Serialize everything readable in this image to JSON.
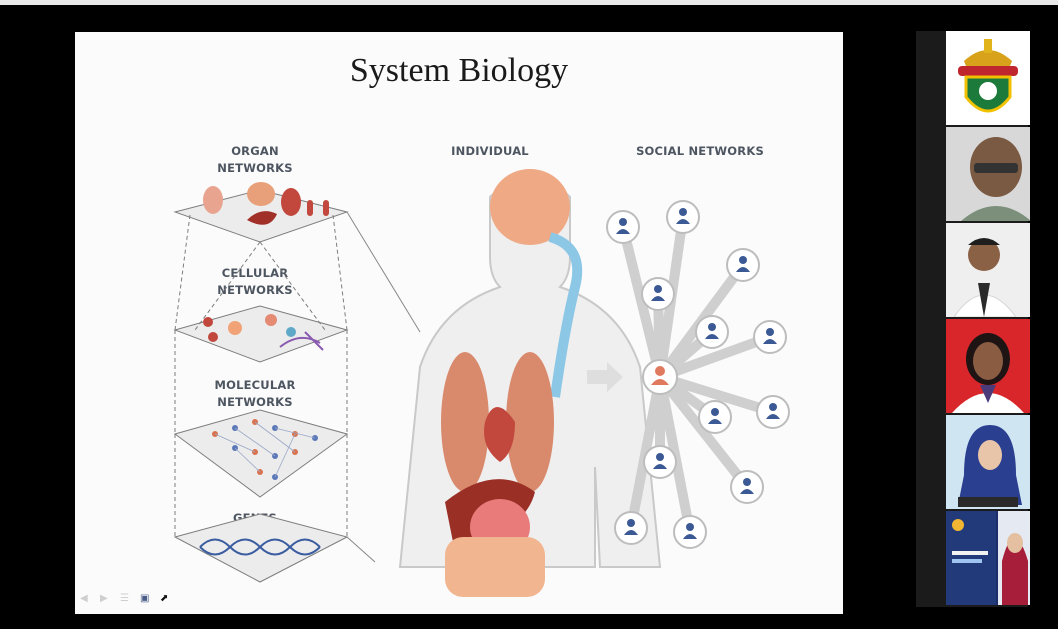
{
  "slide": {
    "title": "System Biology",
    "labels": {
      "organ_networks_l1": "ORGAN",
      "organ_networks_l2": "NETWORKS",
      "cellular_networks_l1": "CELLULAR",
      "cellular_networks_l2": "NETWORKS",
      "molecular_networks_l1": "MOLECULAR",
      "molecular_networks_l2": "NETWORKS",
      "genes": "GENES",
      "individual": "INDIVIDUAL",
      "social_networks": "SOCIAL NETWORKS"
    }
  },
  "presentation_controls": [
    "previous-icon",
    "next-icon",
    "menu-icon",
    "screen-icon"
  ],
  "participants": [
    {
      "kind": "logo",
      "icon": "university-emblem-icon"
    },
    {
      "kind": "video",
      "icon": "participant-man-glasses"
    },
    {
      "kind": "video",
      "icon": "participant-man-labcoat"
    },
    {
      "kind": "video",
      "icon": "participant-woman-labcoat"
    },
    {
      "kind": "video",
      "icon": "participant-woman-hijab"
    },
    {
      "kind": "video",
      "icon": "participant-woman-poster"
    }
  ],
  "colors": {
    "slide_bg": "#fbfbfb",
    "label_gray": "#4d5560",
    "organ_red": "#c2473d",
    "lung_pink": "#e9a48f",
    "person_blue": "#3b5a95",
    "center_person": "#e07a5f",
    "gallery_bg": "#1b1b1b"
  }
}
